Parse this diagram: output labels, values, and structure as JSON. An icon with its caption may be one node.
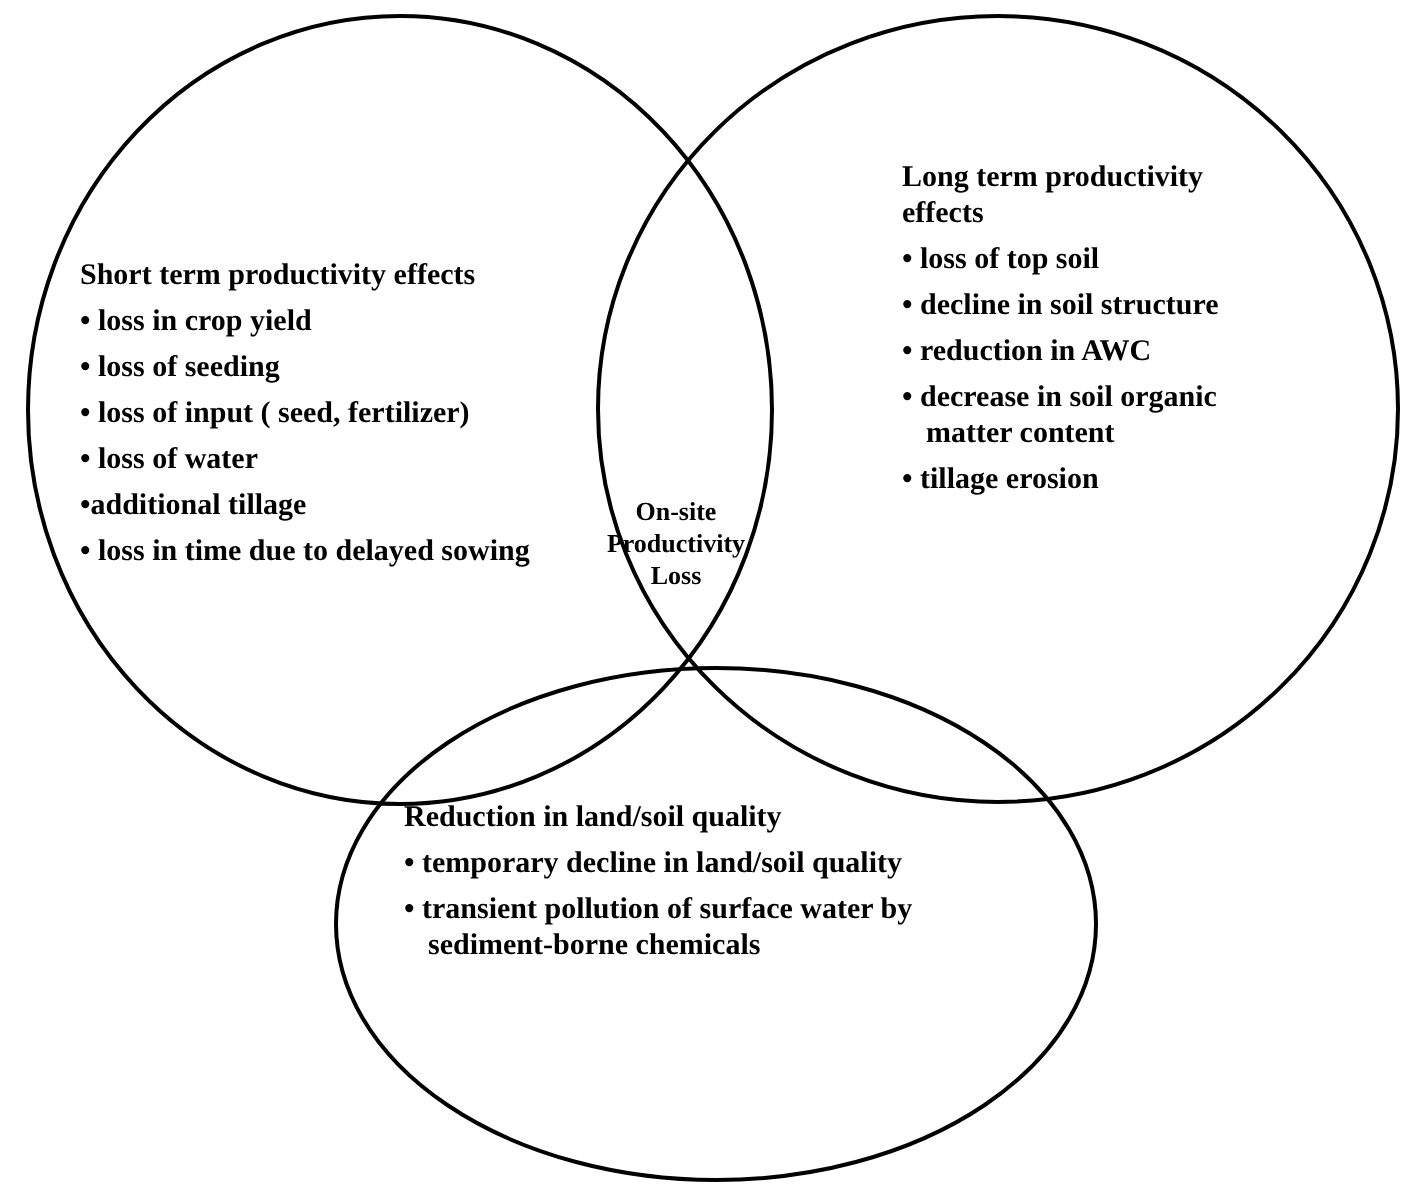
{
  "diagram": {
    "nodes": [
      {
        "text": [
          "Short term productivity effects",
          "• loss in crop yield",
          "• loss of seeding",
          "• loss of input ( seed, fertilizer)",
          "• loss of water",
          "•additional tillage",
          "• loss in time due to delayed sowing"
        ]
      },
      {
        "text": [
          "Long term productivity effects",
          "• loss of top soil",
          "• decline in soil structure",
          "• reduction in AWC",
          "• decrease in soil organic matter content",
          "• tillage erosion"
        ]
      },
      {
        "text": [
          "Reduction in land/soil quality",
          "• temporary decline in land/soil quality",
          "• transient pollution of surface water by sediment-borne chemicals"
        ]
      }
    ],
    "labels": [
      "On-site Productivity Loss"
    ]
  }
}
